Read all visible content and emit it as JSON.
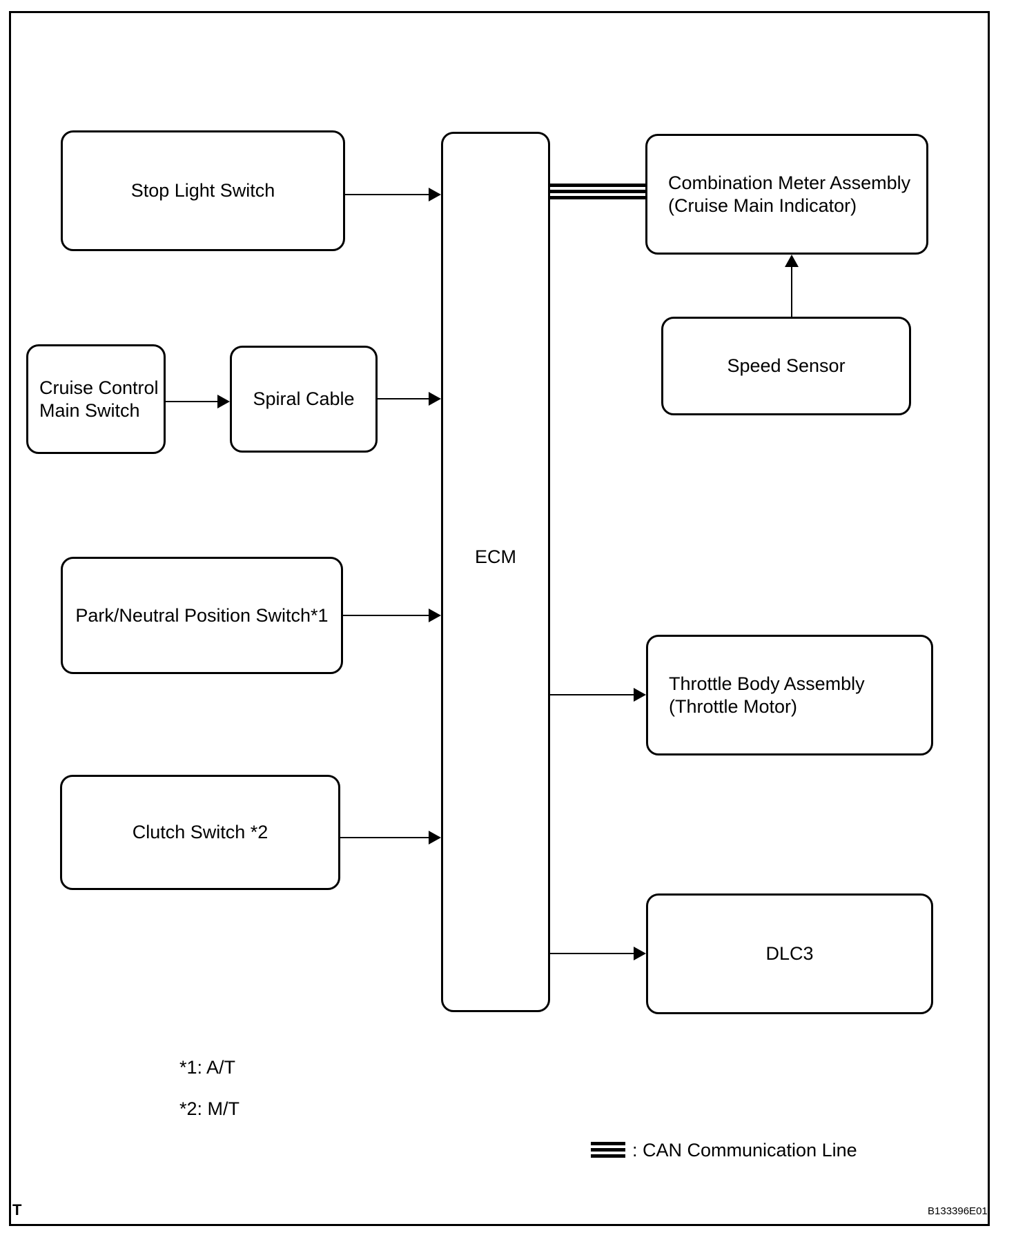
{
  "diagram": {
    "title_context": "Cruise control system block diagram",
    "colors": {
      "line": "#000000",
      "background": "#ffffff"
    },
    "corner_label": "T",
    "figure_code": "B133396E01",
    "nodes": {
      "stop_light_switch": {
        "label": "Stop Light Switch"
      },
      "cruise_control_main_switch": {
        "label_line1": "Cruise Control",
        "label_line2": "Main Switch"
      },
      "spiral_cable": {
        "label": "Spiral Cable"
      },
      "park_neutral_position_switch": {
        "label": "Park/Neutral Position Switch*1"
      },
      "clutch_switch": {
        "label": "Clutch Switch *2"
      },
      "ecm": {
        "label": "ECM"
      },
      "combination_meter_assembly": {
        "label_line1": "Combination Meter Assembly",
        "label_line2": "(Cruise Main Indicator)"
      },
      "speed_sensor": {
        "label": "Speed Sensor"
      },
      "throttle_body_assembly": {
        "label_line1": "Throttle Body Assembly",
        "label_line2": "(Throttle Motor)"
      },
      "dlc3": {
        "label": "DLC3"
      }
    },
    "edges": [
      {
        "from": "stop_light_switch",
        "to": "ecm",
        "type": "arrow"
      },
      {
        "from": "cruise_control_main_switch",
        "to": "spiral_cable",
        "type": "arrow"
      },
      {
        "from": "spiral_cable",
        "to": "ecm",
        "type": "arrow"
      },
      {
        "from": "park_neutral_position_switch",
        "to": "ecm",
        "type": "arrow"
      },
      {
        "from": "clutch_switch",
        "to": "ecm",
        "type": "arrow"
      },
      {
        "from": "ecm",
        "to": "combination_meter_assembly",
        "type": "can-line"
      },
      {
        "from": "speed_sensor",
        "to": "combination_meter_assembly",
        "type": "arrow"
      },
      {
        "from": "ecm",
        "to": "throttle_body_assembly",
        "type": "arrow"
      },
      {
        "from": "ecm",
        "to": "dlc3",
        "type": "arrow"
      }
    ],
    "notes": [
      {
        "text": "*1: A/T"
      },
      {
        "text": "*2: M/T"
      }
    ],
    "legend": {
      "label": ": CAN Communication Line"
    }
  }
}
